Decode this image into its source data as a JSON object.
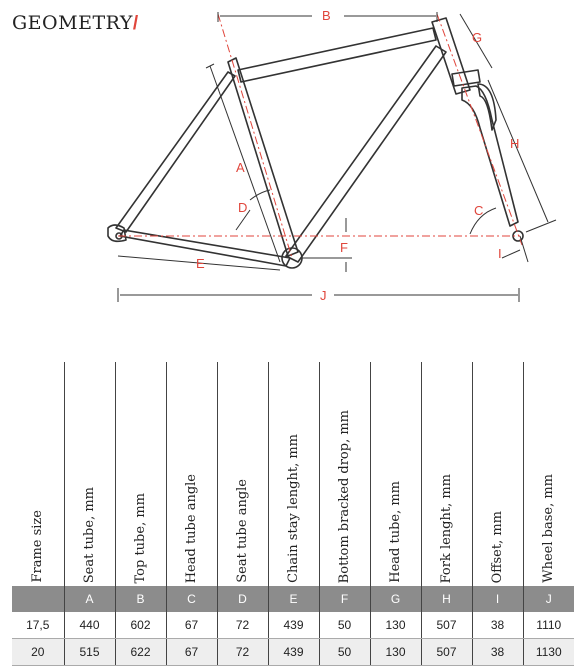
{
  "title": "GEOMETRY",
  "title_slash": "/",
  "colors": {
    "accent": "#e0463c",
    "frame": "#333333",
    "header_bg": "#8c8c8c",
    "alt_row_bg": "#eeeeee"
  },
  "diagram": {
    "labels": {
      "A": "A",
      "B": "B",
      "C": "C",
      "D": "D",
      "E": "E",
      "F": "F",
      "G": "G",
      "H": "H",
      "I": "I",
      "J": "J"
    }
  },
  "table": {
    "headers": [
      "Frame size",
      "Seat tube, mm",
      "Top tube,  mm",
      "Head tube angle",
      "Seat tube angle",
      "Chain stay  lenght, mm",
      "Bottom bracked drop, mm",
      "Head tube, mm",
      "Fork lenght, mm",
      "Offset, mm",
      "Wheel base, mm"
    ],
    "letters": [
      "",
      "A",
      "B",
      "C",
      "D",
      "E",
      "F",
      "G",
      "H",
      "I",
      "J"
    ],
    "rows": [
      [
        "17,5",
        "440",
        "602",
        "67",
        "72",
        "439",
        "50",
        "130",
        "507",
        "38",
        "1110"
      ],
      [
        "20",
        "515",
        "622",
        "67",
        "72",
        "439",
        "50",
        "130",
        "507",
        "38",
        "1130"
      ]
    ]
  }
}
